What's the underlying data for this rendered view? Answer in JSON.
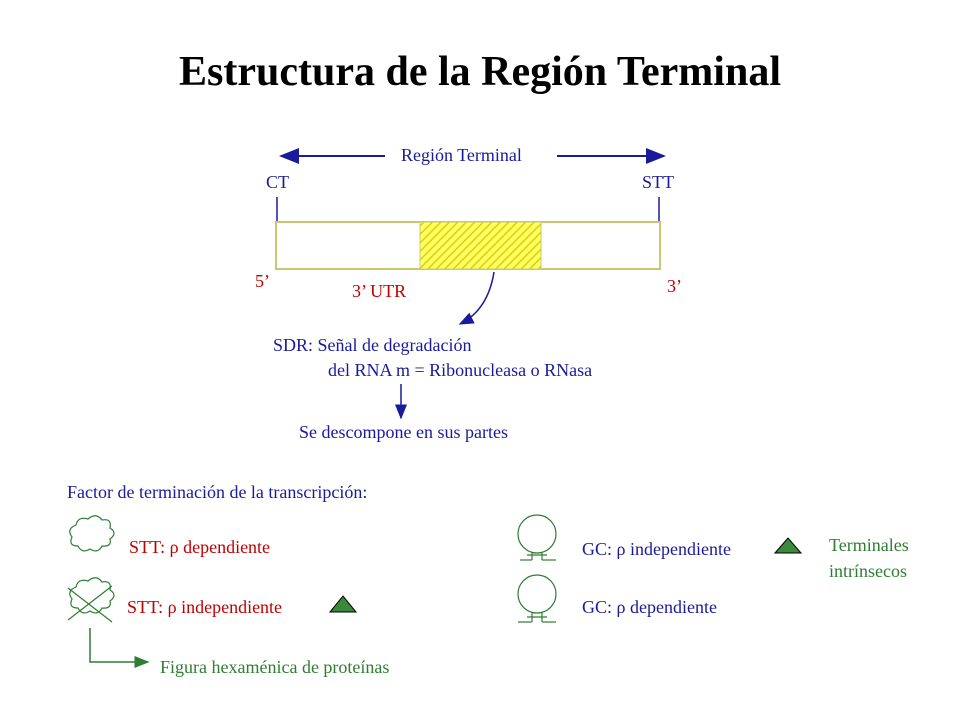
{
  "title": "Estructura de la Región Terminal",
  "gene": {
    "region_label": "Región Terminal",
    "ct_label": "CT",
    "stt_label": "STT",
    "five_prime": "5’",
    "three_prime": "3’",
    "utr_label": "3’ UTR"
  },
  "sdr": {
    "line1": "SDR:  Señal de degradación",
    "line2": "del RNA m = Ribonucleasa o RNasa",
    "result": "Se descompone en sus partes"
  },
  "factors": {
    "heading": "Factor de terminación  de la transcripción:",
    "stt_rho_dependent": "STT:  ρ dependiente",
    "stt_rho_independent": "STT:  ρ   independiente",
    "hexameric": "Figura hexaménica  de proteínas",
    "gc_rho_independent": "GC:  ρ independiente",
    "gc_rho_dependent": "GC:  ρ dependiente",
    "intrinsic_line1": "Terminales",
    "intrinsic_line2": "intrínsecos"
  },
  "colors": {
    "blue_text": "#1a1a9c",
    "red_text": "#c00000",
    "green_text": "#2e7d32",
    "gene_bar_border": "#c8c870",
    "utr_hatch": "#e8e800",
    "triangle_fill": "#3a8a3a"
  }
}
